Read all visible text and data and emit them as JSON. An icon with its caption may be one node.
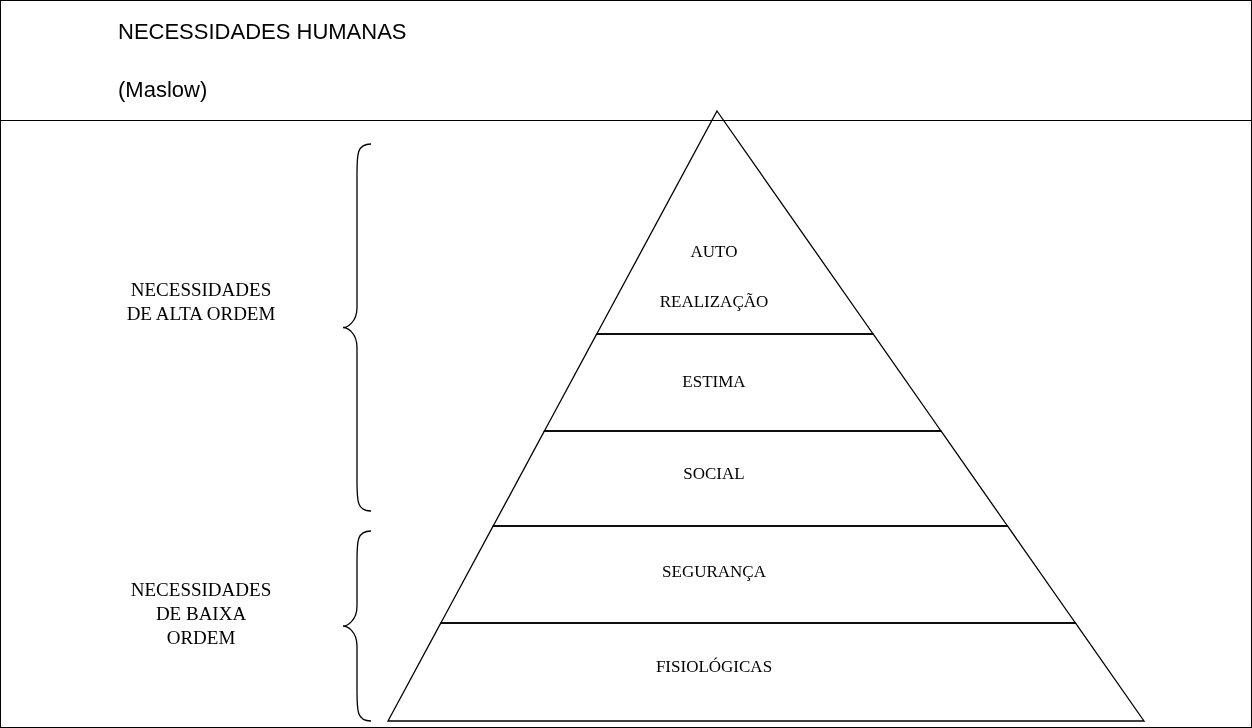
{
  "diagram": {
    "title": "NECESSIDADES HUMANAS",
    "nodes": [
      {
        "text": [
          "AUTO REALIZAÇÃO"
        ]
      },
      {
        "text": [
          "ESTIMA"
        ]
      },
      {
        "text": [
          "SOCIAL"
        ]
      },
      {
        "text": [
          "SEGURANÇA"
        ]
      },
      {
        "text": [
          "FISIOLÓGICAS"
        ]
      }
    ],
    "labels": [
      "(Maslow)",
      "NECESSIDADES DE ALTA ORDEM",
      "NECESSIDADES DE BAIXA ORDEM"
    ]
  }
}
